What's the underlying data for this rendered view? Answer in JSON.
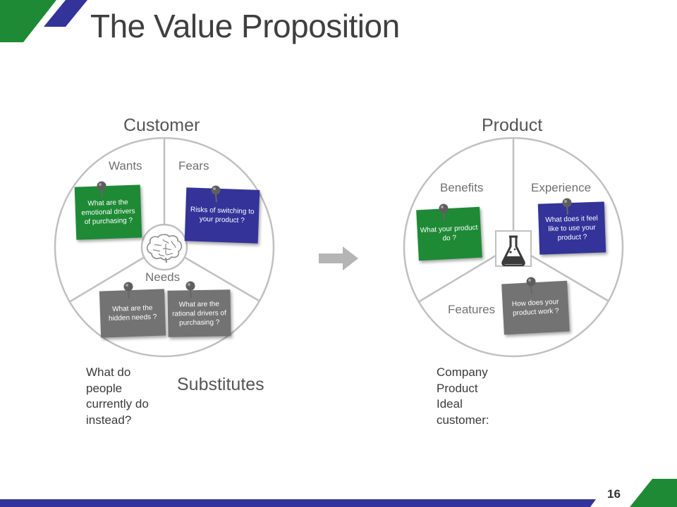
{
  "slide": {
    "title": "The Value Proposition",
    "page_number": "16"
  },
  "customer": {
    "heading": "Customer",
    "wants_label": "Wants",
    "fears_label": "Fears",
    "needs_label": "Needs",
    "notes": {
      "wants": "What are the emotional drivers of purchasing ?",
      "fears": "Risks of switching to your product ?",
      "hidden_needs": "What are the hidden needs ?",
      "rational_drivers": "What are the rational drivers of purchasing ?"
    },
    "center_icon": "brain-icon"
  },
  "product": {
    "heading": "Product",
    "benefits_label": "Benefits",
    "experience_label": "Experience",
    "features_label": "Features",
    "notes": {
      "benefits": "What your product do ?",
      "experience": "What does it feel like to use your product ?",
      "features": "How does your product work ?"
    },
    "center_icon": "flask-icon"
  },
  "bottom": {
    "question_lines": [
      "What do",
      "people",
      "currently do",
      "instead?"
    ],
    "substitutes": "Substitutes",
    "product_lines": [
      "Company",
      "Product",
      "Ideal",
      "customer:"
    ]
  },
  "colors": {
    "green": "#1e8a35",
    "blue": "#33339a",
    "gray": "#737373"
  }
}
